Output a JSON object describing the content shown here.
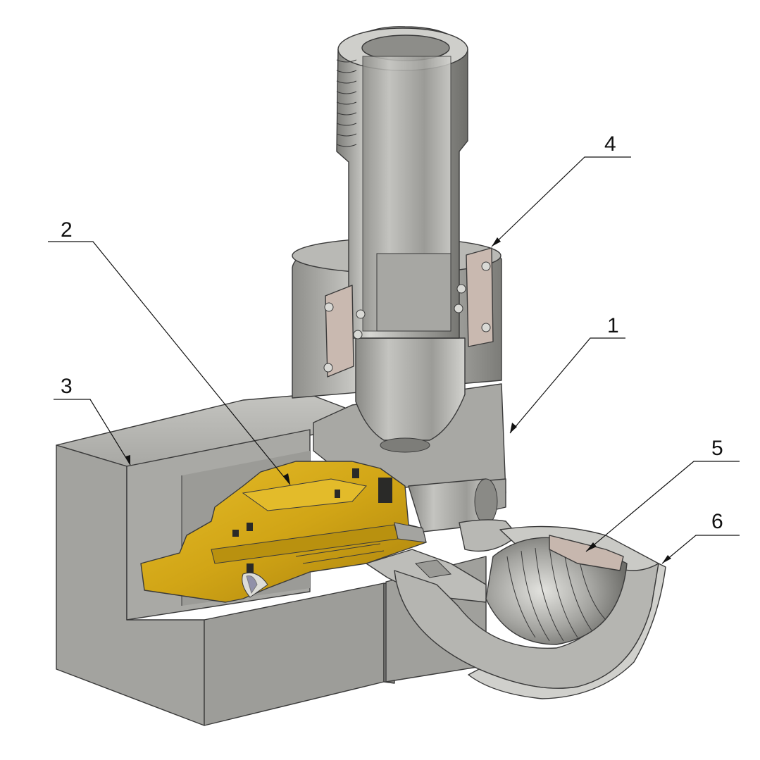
{
  "figure": {
    "description_labels": [
      "1",
      "2",
      "3",
      "4",
      "5",
      "6"
    ]
  },
  "callouts": [
    {
      "id": "1",
      "label": "1"
    },
    {
      "id": "2",
      "label": "2"
    },
    {
      "id": "3",
      "label": "3"
    },
    {
      "id": "4",
      "label": "4"
    },
    {
      "id": "5",
      "label": "5"
    },
    {
      "id": "6",
      "label": "6"
    }
  ],
  "colors": {
    "steel_face": "#9a9a96",
    "steel_light": "#c9c9c5",
    "steel_dark": "#6f6f6b",
    "cut_face": "#a3a39f",
    "brass": "#d1a516",
    "brass_dark": "#8a6a08",
    "seal": "#c7b7ae",
    "ink": "#111111"
  }
}
